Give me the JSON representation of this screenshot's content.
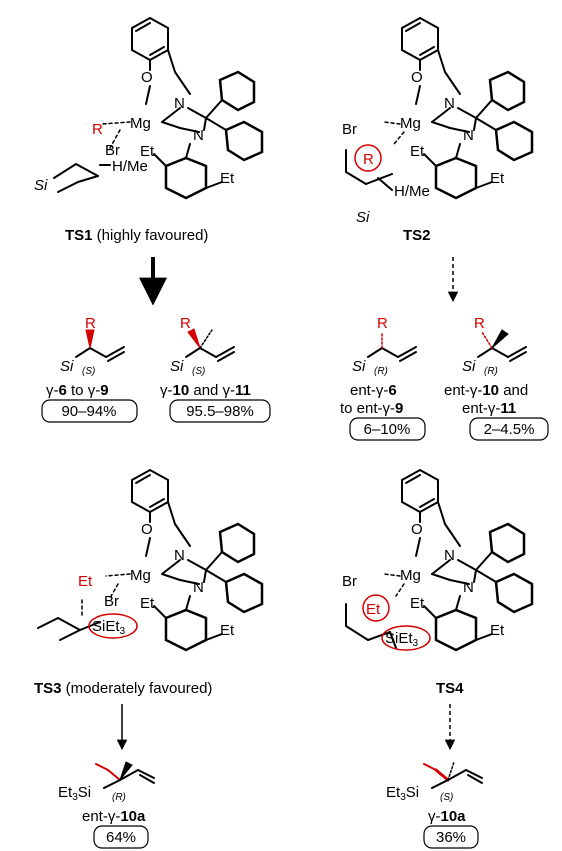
{
  "colors": {
    "ink": "#000000",
    "accent": "#d40000"
  },
  "labels": {
    "ts1": {
      "bold": "TS1",
      "note": " (highly favoured)"
    },
    "ts2": {
      "bold": "TS2"
    },
    "ts3": {
      "bold": "TS3",
      "note": " (moderately favoured)"
    },
    "ts4": {
      "bold": "TS4"
    }
  },
  "atoms": {
    "O": "O",
    "Mg": "Mg",
    "N": "N",
    "Et": "Et",
    "R": "R",
    "Br": "Br",
    "Si": "Si",
    "HMe": "H/Me",
    "SiEt3": "SiEt",
    "sub3": "3",
    "Et3Si": "Et",
    "Et3Si_tail": "Si"
  },
  "stereo": {
    "S": "(S)",
    "R": "(R)"
  },
  "products": {
    "p1": {
      "pre": "γ-",
      "n1": "6",
      "mid": " to γ-",
      "n2": "9",
      "yield": "90–94%"
    },
    "p2": {
      "pre": "γ-",
      "n1": "10",
      "mid": " and γ-",
      "n2": "11",
      "yield": "95.5–98%"
    },
    "p3": {
      "l1_pre": "ent-γ-",
      "n1": "6",
      "l2_pre": "to ent-γ-",
      "n2": "9",
      "yield": "6–10%"
    },
    "p4": {
      "l1_pre": "ent-γ-",
      "n1": "10",
      "l1_post": " and",
      "l2_pre": "ent-γ-",
      "n2": "11",
      "yield": "2–4.5%"
    },
    "p5": {
      "pre": "ent-γ-",
      "n1": "10a",
      "yield": "64%"
    },
    "p6": {
      "pre": "γ-",
      "n1": "10a",
      "yield": "36%"
    }
  }
}
